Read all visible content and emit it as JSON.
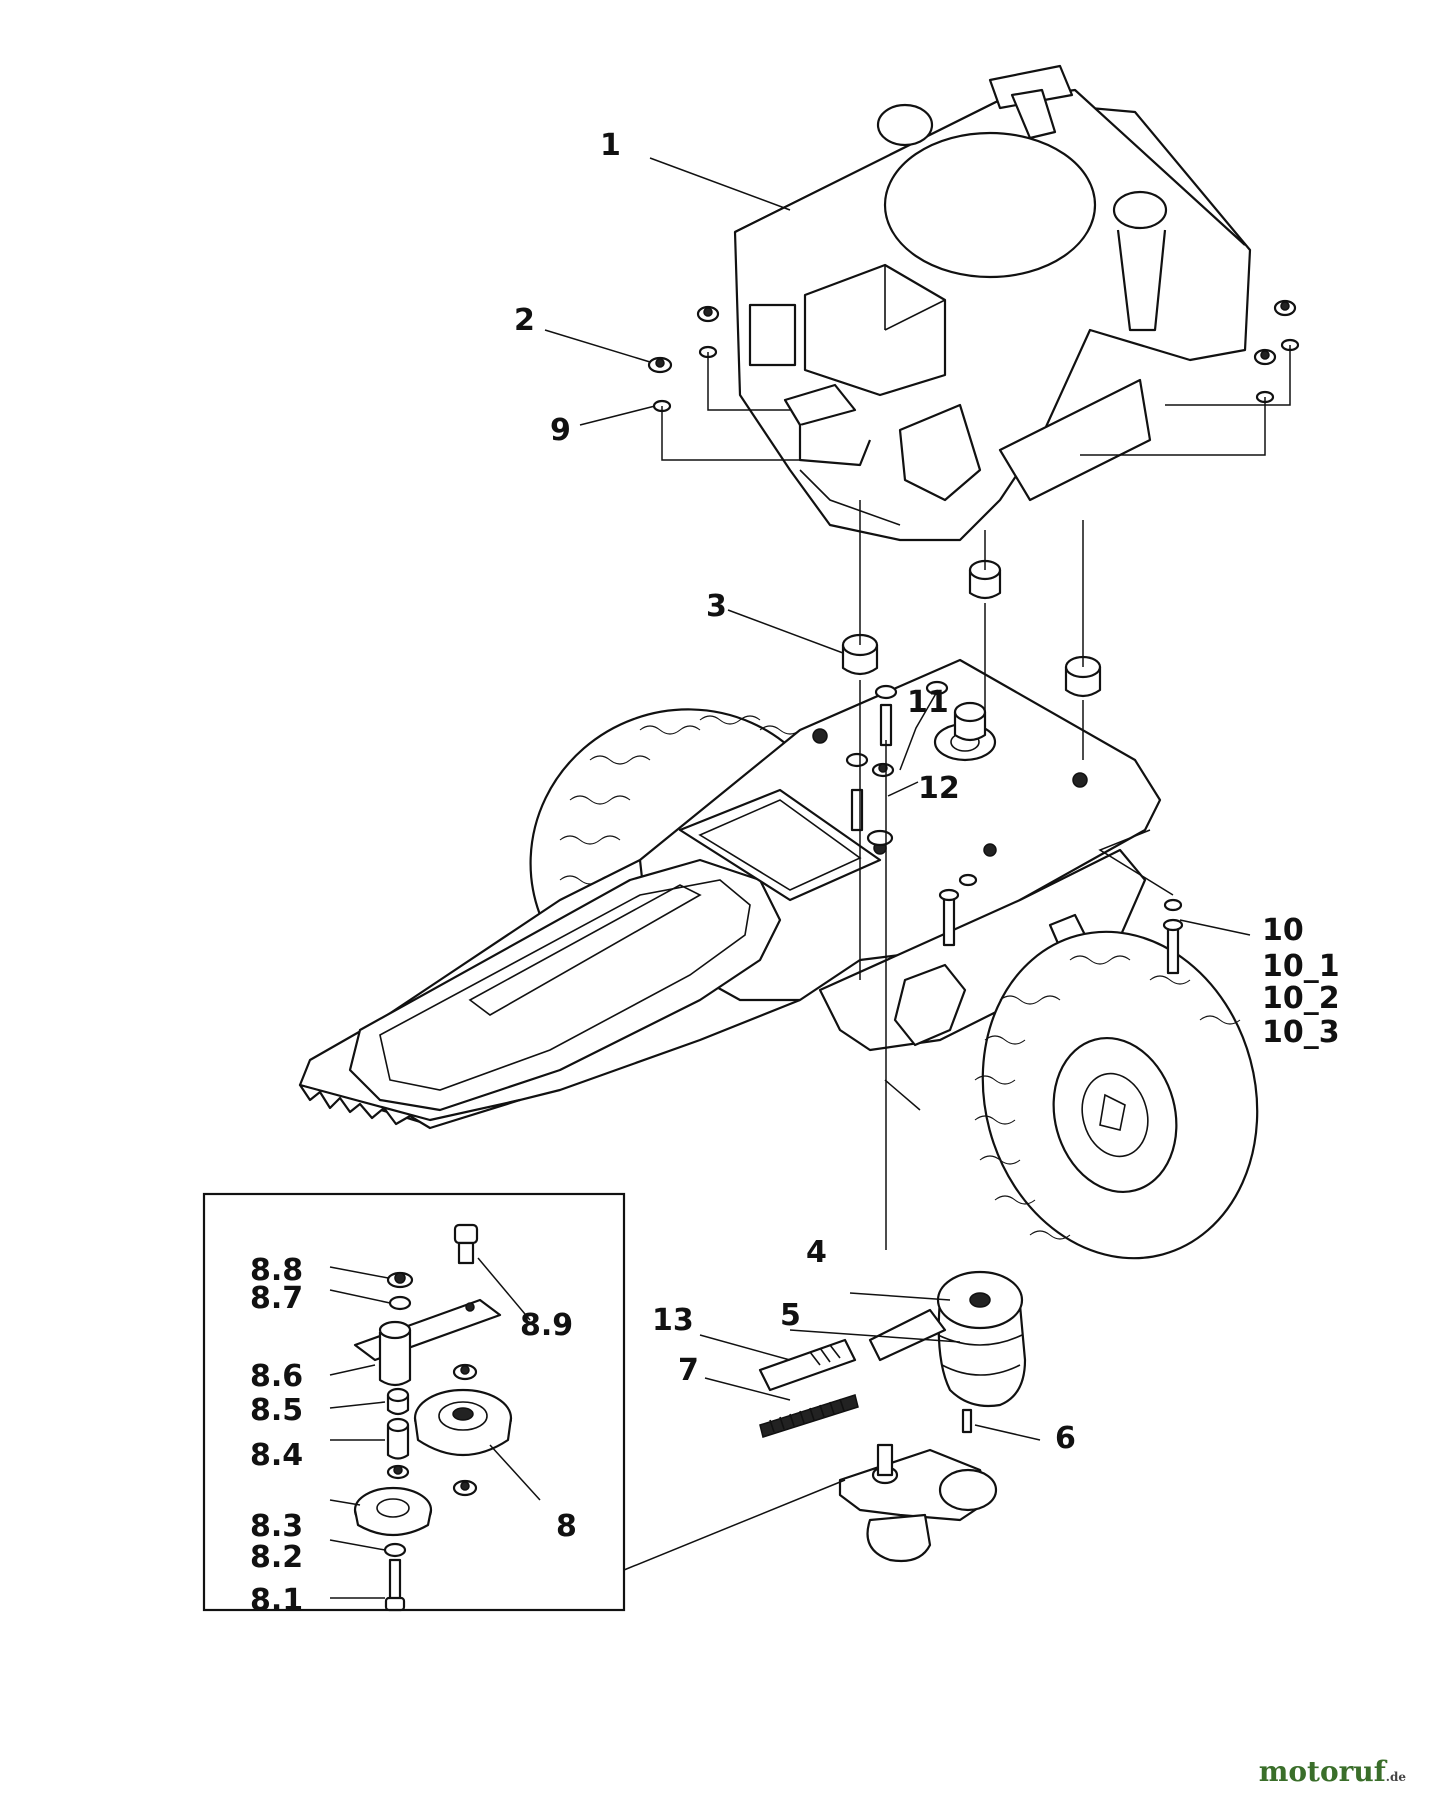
{
  "labels": {
    "p1": "1",
    "p2": "2",
    "p3": "3",
    "p4": "4",
    "p5": "5",
    "p6": "6",
    "p7": "7",
    "p8": "8",
    "p8_1": "8.1",
    "p8_2": "8.2",
    "p8_3": "8.3",
    "p8_4": "8.4",
    "p8_5": "8.5",
    "p8_6": "8.6",
    "p8_7": "8.7",
    "p8_8": "8.8",
    "p8_9": "8.9",
    "p9": "9",
    "p10": "10",
    "p10_1": "10_1",
    "p10_2": "10_2",
    "p10_3": "10_3",
    "p11": "11",
    "p12": "12",
    "p13": "13"
  },
  "watermark": {
    "text": "motoruf",
    "suffix": ".de"
  }
}
